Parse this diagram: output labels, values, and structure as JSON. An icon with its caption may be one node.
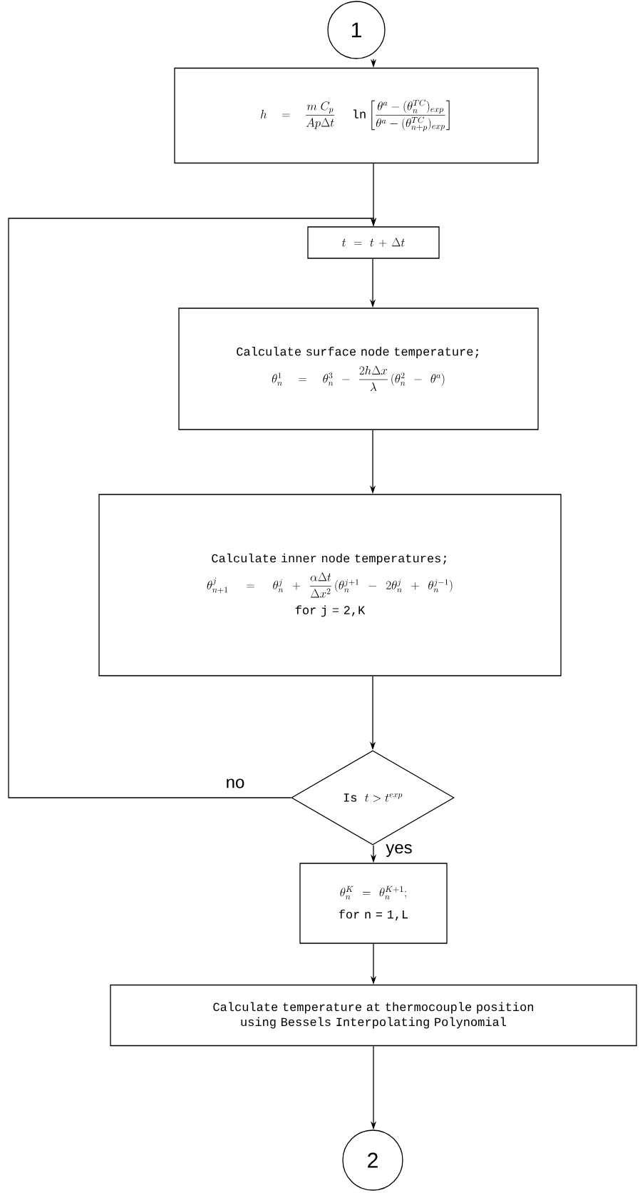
{
  "diagram": {
    "nodes": [
      {
        "text": [
          "1"
        ]
      },
      {
        "text": [
          "h = \\dfrac{m\\;C_p}{Ap\\Delta t}\\;\\ln\\left[\\dfrac{\\theta^a - (\\theta_n^{TC})_{exp}}{\\theta^a - (\\theta_{n+p}^{TC})_{exp}}\\right]"
        ]
      },
      {
        "text": [
          "t = t + \\Delta t"
        ]
      },
      {
        "text": [
          "Calculate surface node temperature;",
          "\\theta_n^{1} = \\theta_n^{3} - \\dfrac{2h\\Delta x}{\\lambda}\\,(\\theta_n^{2} - \\theta^a)"
        ]
      },
      {
        "text": [
          "Calculate inner node temperatures;",
          "\\theta_{n+1}^{j} = \\theta_n^{j} + \\dfrac{\\alpha\\Delta t}{\\Delta x^2}\\,(\\theta_n^{j+1} - 2\\theta_n^{j} + \\theta_n^{j-1})",
          "for j = 2,K"
        ]
      },
      {
        "text": [
          "\\mathrm{Is}\\ t>t^{exp}"
        ]
      },
      {
        "text": [
          "\\theta_n^{K} = \\theta_n^{K+1};",
          "for n = 1,L"
        ]
      },
      {
        "text": [
          "Calculate temperature at thermocouple position using Bessels Interpolating Polynomial"
        ]
      },
      {
        "text": [
          "2"
        ]
      }
    ],
    "edges": [
      {
        "from": 0,
        "to": 1,
        "arrow": "to"
      },
      {
        "from": 1,
        "to": 2,
        "arrow": "to"
      },
      {
        "from": 2,
        "to": 3,
        "arrow": "to"
      },
      {
        "from": 3,
        "to": 4,
        "arrow": "to"
      },
      {
        "from": 4,
        "to": 5,
        "arrow": "to"
      },
      {
        "from": 5,
        "to": 2,
        "arrow": "to",
        "label": "no"
      },
      {
        "from": 5,
        "to": 6,
        "arrow": "to",
        "label": "yes"
      },
      {
        "from": 6,
        "to": 7,
        "arrow": "to"
      },
      {
        "from": 7,
        "to": 8,
        "arrow": "to"
      }
    ]
  }
}
